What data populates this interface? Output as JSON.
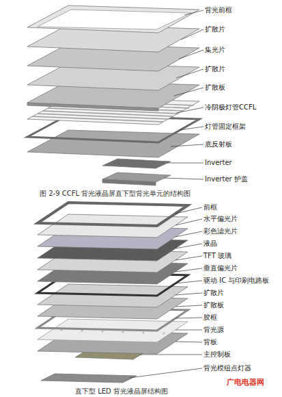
{
  "diagram": {
    "caption": "图 2-9 CCFL 背光液晶屏直下型背光单元的结构图",
    "labels": [
      "背光前框",
      "扩散片",
      "集光片",
      "扩散片",
      "扩散板",
      "冷阴极灯管CCFL",
      "灯管固定框架",
      "底反射板",
      "Inverter",
      "Inverter 护盖",
      "前框",
      "水平偏光片",
      "彩色滤光片",
      "液晶",
      "TFT 玻璃",
      "垂直偏光片",
      "驱动 IC 与印刷电路板",
      "扩散片",
      "扩散板",
      "胶框",
      "背光源",
      "背板",
      "主控制板",
      "背光模组点灯器",
      "直下型 LED 背光液晶屏结构图",
      "广电电器网"
    ]
  }
}
